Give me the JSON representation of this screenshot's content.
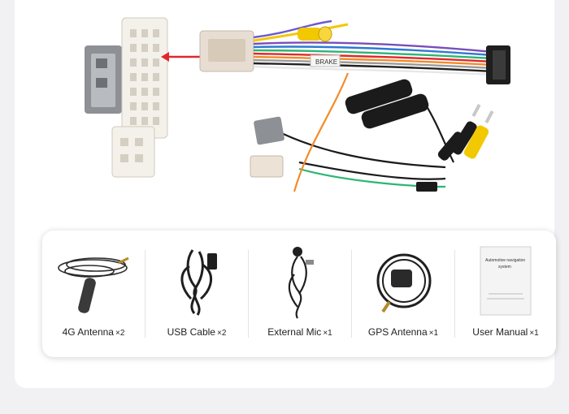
{
  "harness": {
    "brake_tag": "BRAKE"
  },
  "accessories": [
    {
      "label": "4G Antenna",
      "qty": "×2",
      "icon": "4g-antenna"
    },
    {
      "label": "USB Cable",
      "qty": "×2",
      "icon": "usb-cable"
    },
    {
      "label": "External Mic",
      "qty": "×1",
      "icon": "external-mic"
    },
    {
      "label": "GPS Antenna",
      "qty": "×1",
      "icon": "gps-antenna"
    },
    {
      "label": "User Manual",
      "qty": "×1",
      "icon": "user-manual"
    }
  ],
  "manual": {
    "title_line1": "Automotive navigation",
    "title_line2": "system"
  },
  "colors": {
    "background": "#f1f1f3",
    "card": "#ffffff",
    "arrow": "#e0282c",
    "yellow_rca": "#f2c800"
  }
}
